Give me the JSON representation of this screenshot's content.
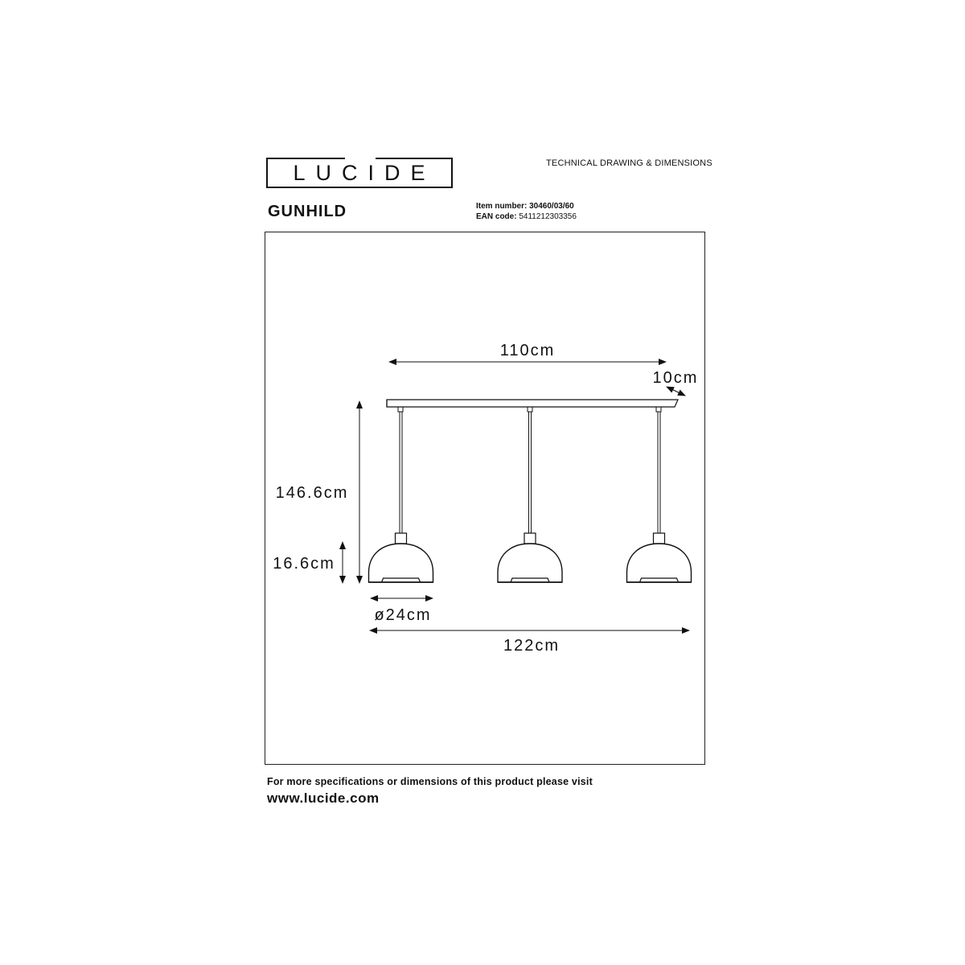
{
  "brand": {
    "logo_text": "LUCIDE"
  },
  "header": {
    "doc_type": "TECHNICAL DRAWING & DIMENSIONS",
    "product_name": "GUNHILD",
    "item_number_label": "Item number:",
    "item_number": "30460/03/60",
    "ean_label": "EAN code:",
    "ean_code": "5411212303356"
  },
  "dimensions": {
    "bar_length": "110cm",
    "bar_depth": "10cm",
    "total_height": "146.6cm",
    "shade_height": "16.6cm",
    "shade_diameter": "ø24cm",
    "total_width": "122cm"
  },
  "footer": {
    "line1": "For more specifications or dimensions of this product please visit",
    "url": "www.lucide.com"
  },
  "colors": {
    "ink": "#111111",
    "background": "#ffffff"
  }
}
